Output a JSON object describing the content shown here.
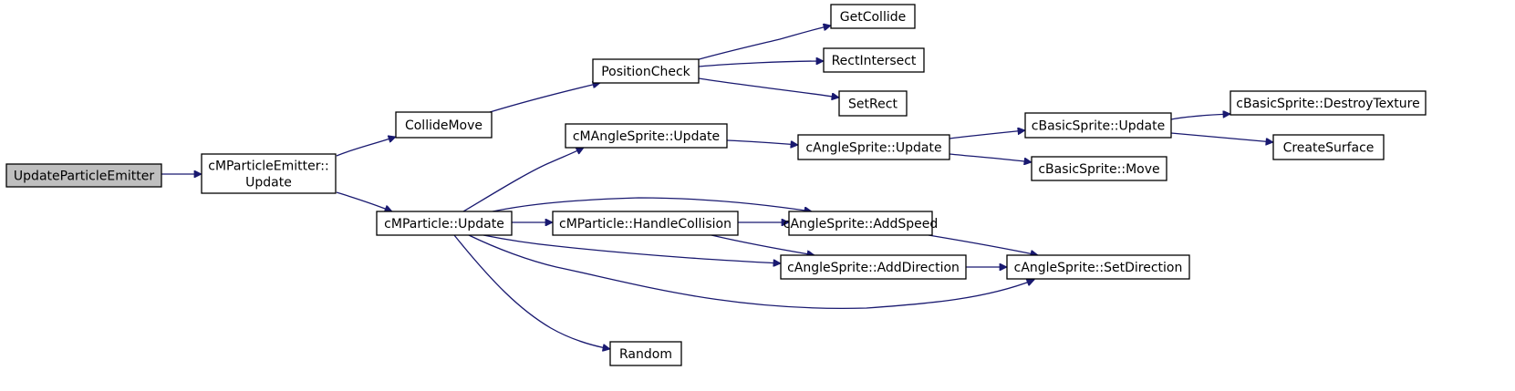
{
  "diagram": {
    "type": "call-graph",
    "edge_color": "#191970",
    "root_fill": "#bfbfbf",
    "nodes": [
      {
        "id": "upe",
        "lines": [
          "UpdateParticleEmitter"
        ],
        "root": true
      },
      {
        "id": "cpeu",
        "lines": [
          "cMParticleEmitter::",
          "Update"
        ]
      },
      {
        "id": "cm",
        "lines": [
          "CollideMove"
        ]
      },
      {
        "id": "pc",
        "lines": [
          "PositionCheck"
        ]
      },
      {
        "id": "gc",
        "lines": [
          "GetCollide"
        ]
      },
      {
        "id": "ri",
        "lines": [
          "RectIntersect"
        ]
      },
      {
        "id": "sr",
        "lines": [
          "SetRect"
        ]
      },
      {
        "id": "cpu",
        "lines": [
          "cMParticle::Update"
        ]
      },
      {
        "id": "casu",
        "lines": [
          "cMAngleSprite::Update"
        ]
      },
      {
        "id": "angu",
        "lines": [
          "cAngleSprite::Update"
        ]
      },
      {
        "id": "bsu",
        "lines": [
          "cBasicSprite::Update"
        ]
      },
      {
        "id": "bsdt",
        "lines": [
          "cBasicSprite::DestroyTexture"
        ]
      },
      {
        "id": "cs",
        "lines": [
          "CreateSurface"
        ]
      },
      {
        "id": "bsm",
        "lines": [
          "cBasicSprite::Move"
        ]
      },
      {
        "id": "phc",
        "lines": [
          "cMParticle::HandleCollision"
        ]
      },
      {
        "id": "asas",
        "lines": [
          "cAngleSprite::AddSpeed"
        ]
      },
      {
        "id": "asad",
        "lines": [
          "cAngleSprite::AddDirection"
        ]
      },
      {
        "id": "assd",
        "lines": [
          "cAngleSprite::SetDirection"
        ]
      },
      {
        "id": "rnd",
        "lines": [
          "Random"
        ]
      }
    ],
    "edges": [
      {
        "from": "upe",
        "to": "cpeu"
      },
      {
        "from": "cpeu",
        "to": "cm"
      },
      {
        "from": "cpeu",
        "to": "cpu"
      },
      {
        "from": "cm",
        "to": "pc"
      },
      {
        "from": "pc",
        "to": "gc"
      },
      {
        "from": "pc",
        "to": "ri"
      },
      {
        "from": "pc",
        "to": "sr"
      },
      {
        "from": "cpu",
        "to": "casu"
      },
      {
        "from": "cpu",
        "to": "phc"
      },
      {
        "from": "cpu",
        "to": "asas"
      },
      {
        "from": "cpu",
        "to": "asad"
      },
      {
        "from": "cpu",
        "to": "assd"
      },
      {
        "from": "cpu",
        "to": "rnd"
      },
      {
        "from": "casu",
        "to": "angu"
      },
      {
        "from": "angu",
        "to": "bsu"
      },
      {
        "from": "angu",
        "to": "bsm"
      },
      {
        "from": "bsu",
        "to": "bsdt"
      },
      {
        "from": "bsu",
        "to": "cs"
      },
      {
        "from": "phc",
        "to": "asas"
      },
      {
        "from": "phc",
        "to": "asad"
      },
      {
        "from": "asas",
        "to": "assd"
      },
      {
        "from": "asad",
        "to": "assd"
      }
    ]
  }
}
